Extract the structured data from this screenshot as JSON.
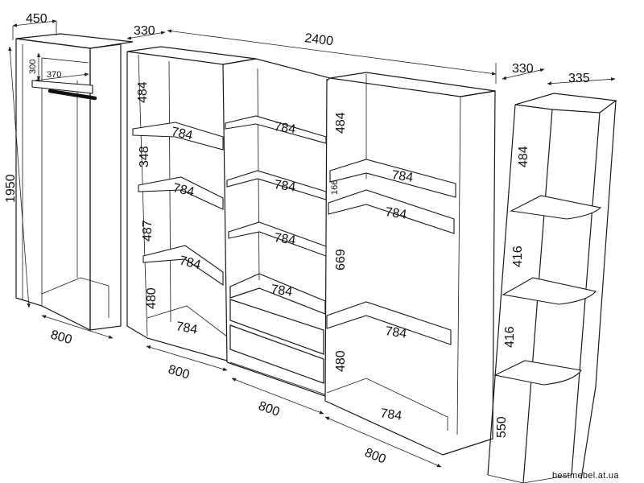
{
  "wardrobe": {
    "depth": "450",
    "height": "1950",
    "width": "800",
    "rail_offset": "300",
    "shelf_depth": "370"
  },
  "bookcase_left": {
    "depth": "330",
    "width": "800",
    "shelf_width": "784",
    "gaps": [
      "484",
      "348",
      "487",
      "480"
    ]
  },
  "section_middle": {
    "width": "800",
    "shelf_width": "784"
  },
  "section_right": {
    "width": "800",
    "shelf_width": "784",
    "gaps": [
      "484",
      "166",
      "669",
      "480"
    ]
  },
  "overall_width": "2400",
  "corner_unit": {
    "depth": "330",
    "side": "335",
    "gaps": [
      "484",
      "416",
      "416",
      "550"
    ]
  },
  "watermark": "bestmebel.at.ua"
}
